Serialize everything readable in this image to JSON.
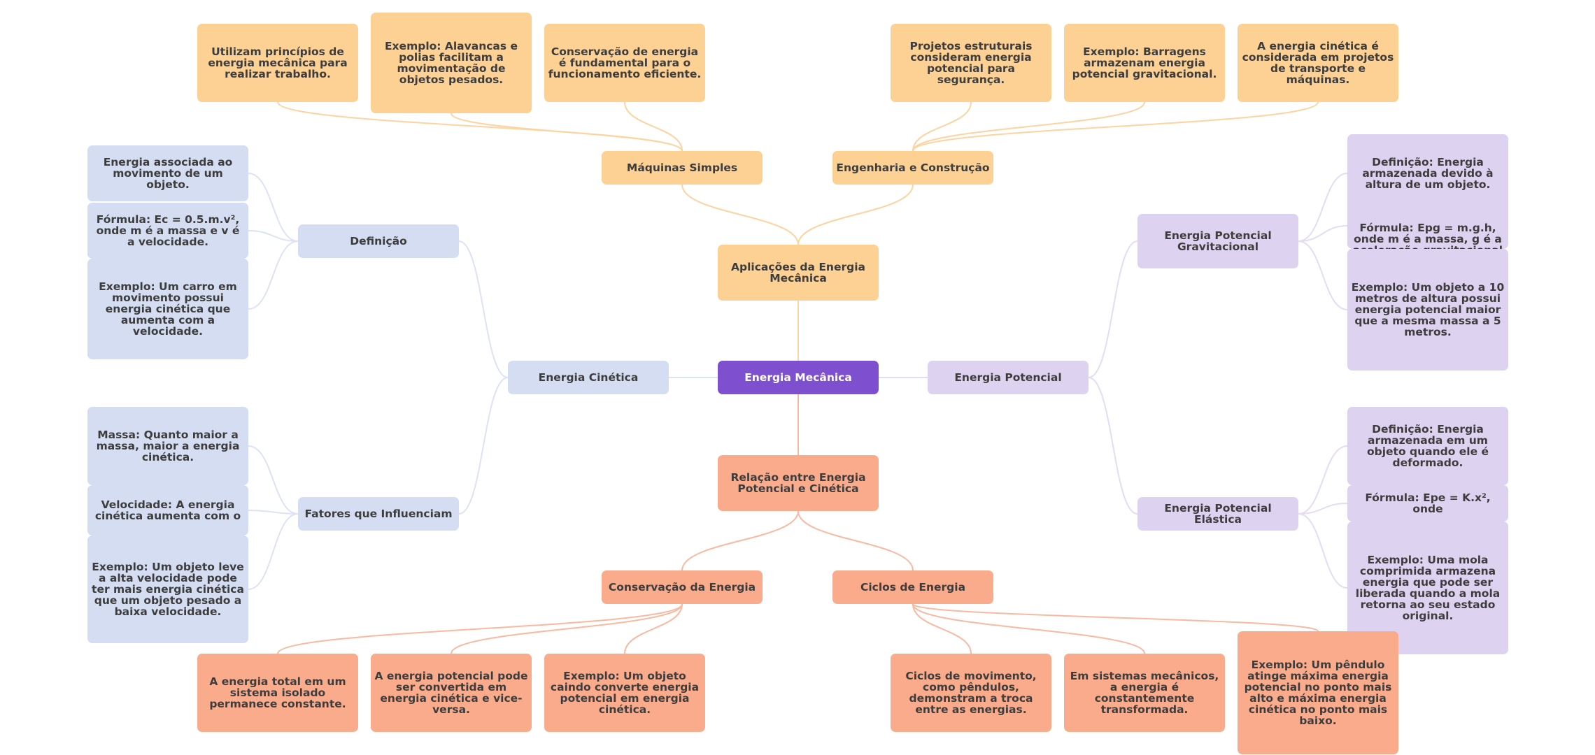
{
  "colors": {
    "central": "#7e4fcf",
    "applications": "#fdd094",
    "kinetic": "#d5ddf2",
    "potential": "#ded2f1",
    "relation": "#f9ab8c",
    "link_applications": "#fdd3a0",
    "link_kinetic": "#dde3f4",
    "link_potential": "#e4dcf4",
    "link_relation": "#f9b9a0"
  },
  "central": "Energia Mecânica",
  "applications": {
    "title": "Aplicações da Energia Mecânica",
    "simple_machines": {
      "title": "Máquinas Simples",
      "items": [
        "Utilizam princípios de energia mecânica para realizar trabalho.",
        "Exemplo: Alavancas e polias facilitam a movimentação de objetos pesados.",
        "Conservação de energia é fundamental para o funcionamento eficiente."
      ]
    },
    "engineering": {
      "title": "Engenharia e Construção",
      "items": [
        "Projetos estruturais consideram energia potencial para segurança.",
        "Exemplo: Barragens armazenam energia potencial gravitacional.",
        "A energia cinética é considerada em projetos de transporte e máquinas."
      ]
    }
  },
  "kinetic": {
    "title": "Energia Cinética",
    "definition": {
      "title": "Definição",
      "items": [
        "Energia associada ao movimento de um objeto.",
        "Fórmula: Ec = 0.5.m.v², onde m é a massa e v é a velocidade.",
        "Exemplo: Um carro em movimento possui energia cinética que aumenta com a velocidade."
      ]
    },
    "factors": {
      "title": "Fatores que Influenciam",
      "items": [
        "Massa: Quanto maior a massa, maior a energia cinética.",
        "Velocidade: A energia cinética aumenta com o",
        "Exemplo: Um objeto leve a alta velocidade pode ter mais energia cinética que um objeto pesado a baixa velocidade."
      ]
    }
  },
  "potential": {
    "title": "Energia Potencial",
    "gravitational": {
      "title": "Energia Potencial Gravitacional",
      "items": [
        "Definição: Energia armazenada devido à altura de um objeto.",
        "Fórmula: Epg = m.g.h, onde m é a massa, g é a aceleração gravitacional e",
        "Exemplo: Um objeto a 10 metros de altura possui energia potencial maior que a mesma massa a 5 metros."
      ]
    },
    "elastic": {
      "title": "Energia Potencial Elástica",
      "items": [
        "Definição: Energia armazenada em um objeto quando ele é deformado.",
        "Fórmula: Epe = K.x², onde",
        "Exemplo: Uma mola comprimida armazena energia que pode ser liberada quando a mola retorna ao seu estado original."
      ]
    }
  },
  "relation": {
    "title": "Relação entre Energia Potencial e Cinética",
    "conservation": {
      "title": "Conservação da Energia",
      "items": [
        "A energia total em um sistema isolado permanece constante.",
        "A energia potencial pode ser convertida em energia cinética e vice-versa.",
        "Exemplo: Um objeto caindo converte energia potencial em energia cinética."
      ]
    },
    "cycles": {
      "title": "Ciclos de Energia",
      "items": [
        "Ciclos de movimento, como pêndulos, demonstram a troca entre as energias.",
        "Em sistemas mecânicos, a energia é constantemente transformada.",
        "Exemplo: Um pêndulo atinge máxima energia potencial no ponto mais alto e máxima energia cinética no ponto mais baixo."
      ]
    }
  }
}
